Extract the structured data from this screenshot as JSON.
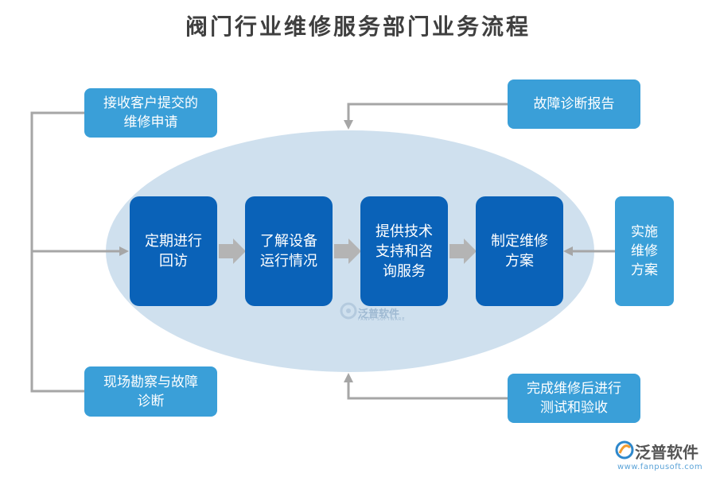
{
  "title": "阀门行业维修服务部门业务流程",
  "inputs": {
    "receive_request": "接收客户提交的\n维修申请",
    "site_survey": "现场勘察与故障\n诊断"
  },
  "steps": [
    "定期进行\n回访",
    "了解设备\n运行情况",
    "提供技术\n支持和咨\n询服务",
    "制定维修\n方案"
  ],
  "outputs": {
    "diagnosis_report": "故障诊断报告",
    "implement_repair": "实施\n维修\n方案",
    "test_accept": "完成维修后进行\n测试和验收"
  },
  "watermark": {
    "name": "泛普软件",
    "sub": "FANPU SOFTWARE"
  },
  "logo": {
    "name": "泛普软件",
    "url": "www.fanpusoft.com"
  },
  "colors": {
    "side_box": "#3a9fd8",
    "core_box": "#0a62b8",
    "ellipse": "#cfe0ee",
    "connector": "#a6a6a6"
  }
}
